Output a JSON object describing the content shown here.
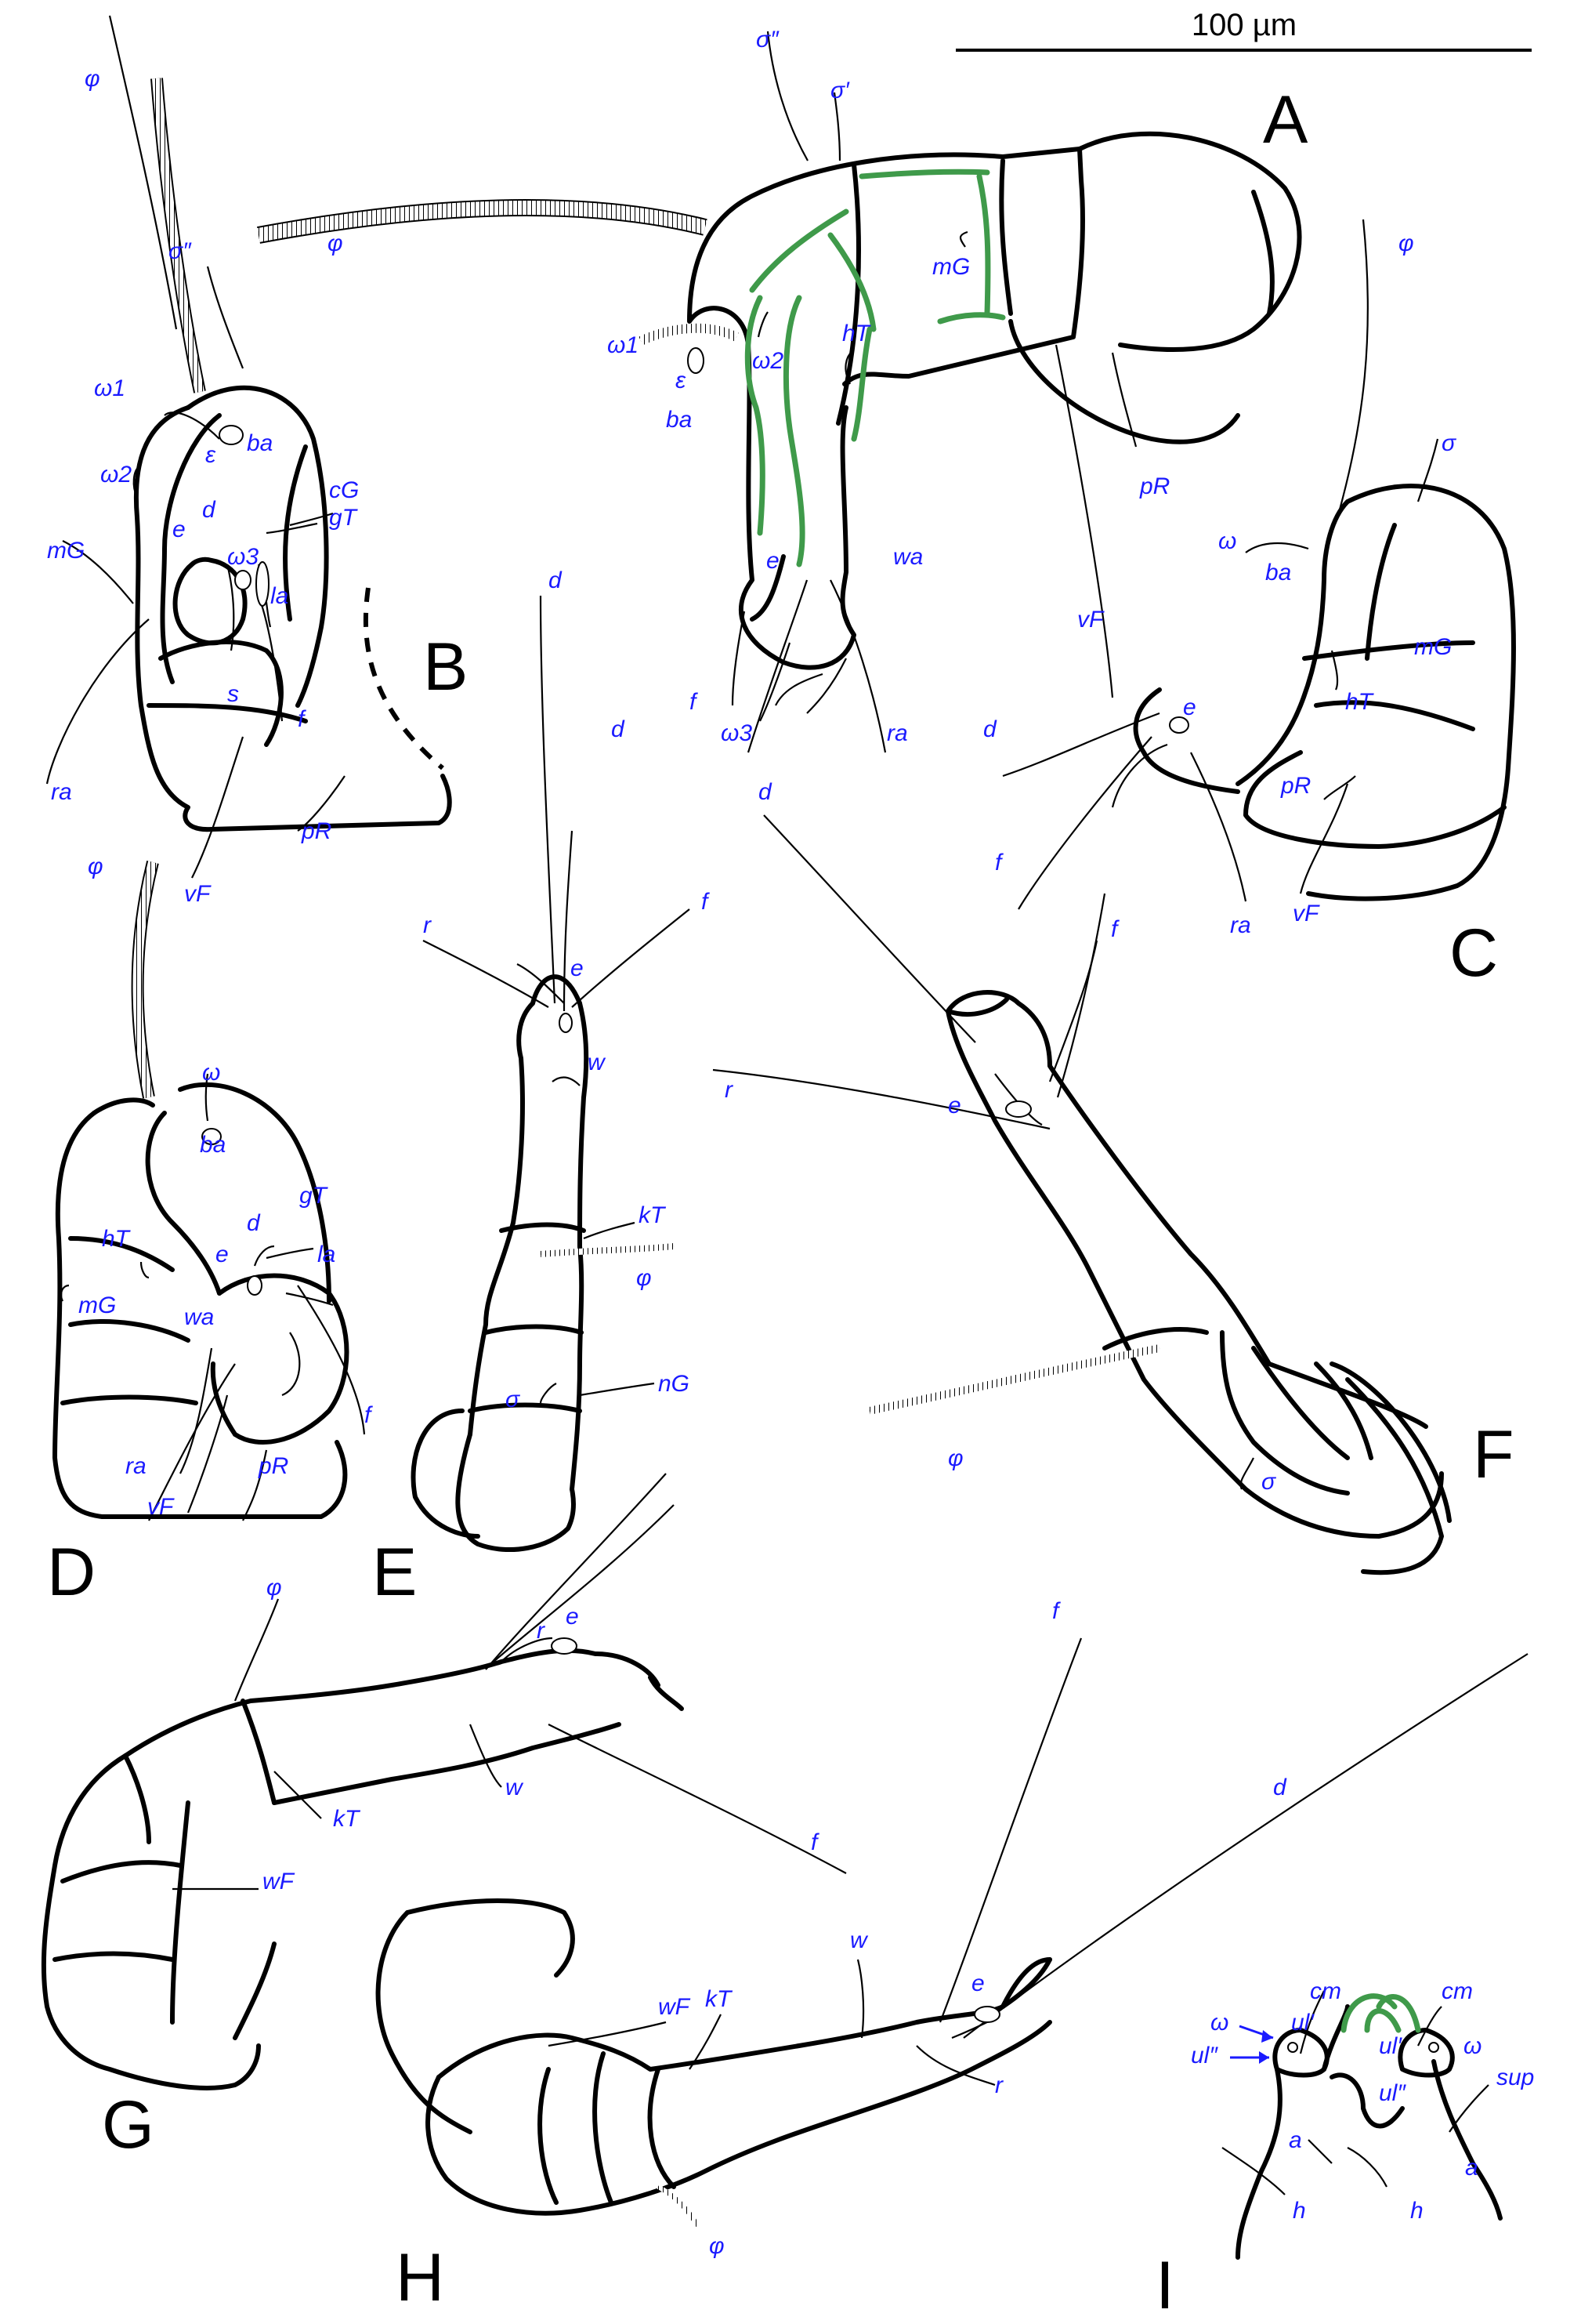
{
  "scale_bar": {
    "label": "100 µm"
  },
  "panels": [
    {
      "letter": "A",
      "setae": [
        "σ″",
        "σ′",
        "φ",
        "mG",
        "ω1",
        "ε",
        "ω2",
        "hT",
        "ba",
        "wa",
        "e",
        "pR",
        "vF",
        "d",
        "f",
        "ω3",
        "ra"
      ]
    },
    {
      "letter": "B",
      "setae": [
        "φ",
        "σ″",
        "ω1",
        "ε",
        "ba",
        "ω2",
        "cG",
        "gT",
        "d",
        "e",
        "mG",
        "ω3",
        "la",
        "ra",
        "s",
        "f",
        "pR",
        "vF"
      ]
    },
    {
      "letter": "C",
      "setae": [
        "φ",
        "σ",
        "ω",
        "ba",
        "mG",
        "hT",
        "e",
        "d",
        "pR",
        "f",
        "ra",
        "vF"
      ]
    },
    {
      "letter": "D",
      "setae": [
        "φ",
        "ω",
        "ba",
        "gT",
        "d",
        "hT",
        "e",
        "la",
        "mG",
        "wa",
        "f",
        "ra",
        "pR",
        "vF"
      ]
    },
    {
      "letter": "E",
      "setae": [
        "d",
        "r",
        "f",
        "e",
        "w",
        "kT",
        "φ",
        "σ",
        "nG"
      ]
    },
    {
      "letter": "F",
      "setae": [
        "d",
        "f",
        "r",
        "e",
        "φ",
        "σ"
      ]
    },
    {
      "letter": "G",
      "setae": [
        "φ",
        "r",
        "e",
        "w",
        "kT",
        "wF",
        "f"
      ]
    },
    {
      "letter": "H",
      "setae": [
        "f",
        "d",
        "w",
        "wF",
        "kT",
        "e",
        "r",
        "φ"
      ]
    },
    {
      "letter": "I",
      "setae": [
        "ω",
        "ul′",
        "cm",
        "ul″",
        "ul′",
        "cm",
        "ω",
        "ul″",
        "sup",
        "a",
        "a",
        "h",
        "h"
      ]
    }
  ]
}
